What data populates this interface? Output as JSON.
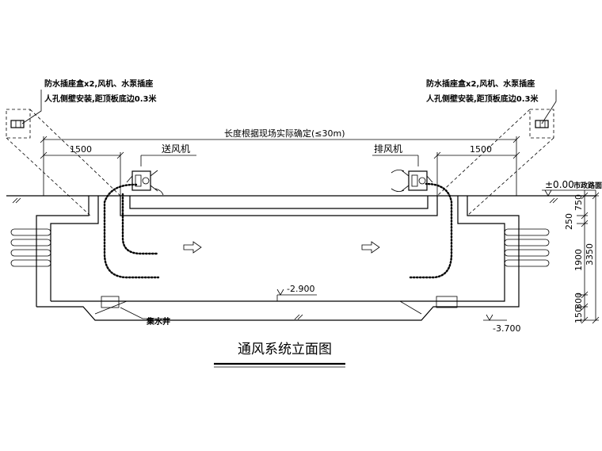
{
  "notes": {
    "left_line1": "防水插座盒x2,风机、水泵插座",
    "left_line2": "人孔侧壁安装,距顶板底边0.3米",
    "right_line1": "防水插座盒x2,风机、水泵插座",
    "right_line2": "人孔侧壁安装,距顶板底边0.3米"
  },
  "dimensions": {
    "overall_length": "长度根据现场实际确定(≤30m)",
    "left_offset": "1500",
    "right_offset": "1500",
    "vertical": [
      "750",
      "250",
      "1900",
      "300",
      "150"
    ],
    "vertical_total": "3350"
  },
  "labels": {
    "supply_fan": "送风机",
    "exhaust_fan": "排风机",
    "road_level": "±0.00",
    "road_name": "市政路面",
    "floor_level": "-2.900",
    "pit_level": "-3.700",
    "sump": "集水井"
  },
  "title": "通风系统立面图"
}
